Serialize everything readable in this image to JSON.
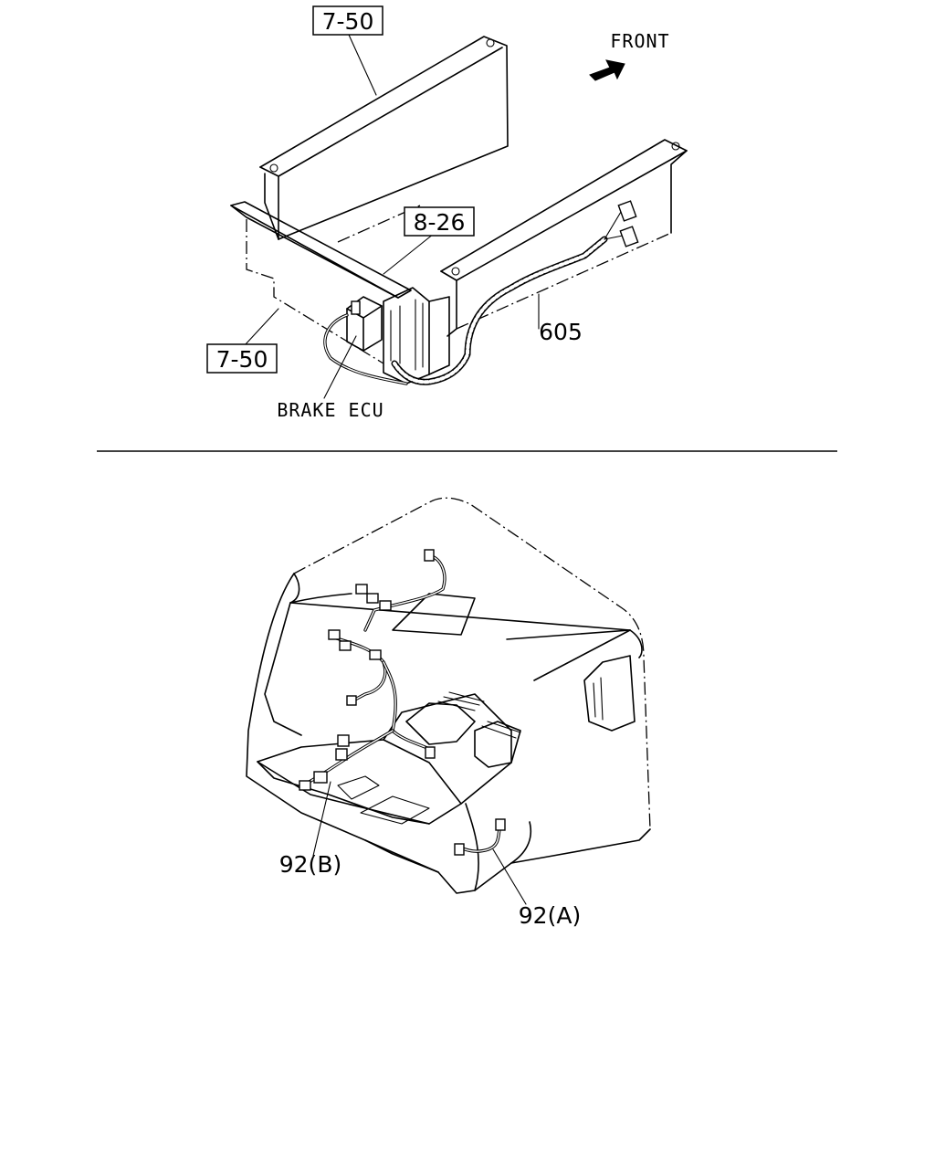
{
  "top_view": {
    "ref_label_top": "7-50",
    "ref_label_left": "7-50",
    "ref_label_mid": "8-26",
    "part_label": "605",
    "component_label": "BRAKE ECU",
    "direction_label": "FRONT",
    "direction_icon": "arrow-front-icon"
  },
  "bottom_view": {
    "part_label_b": "92(B)",
    "part_label_a": "92(A)"
  }
}
